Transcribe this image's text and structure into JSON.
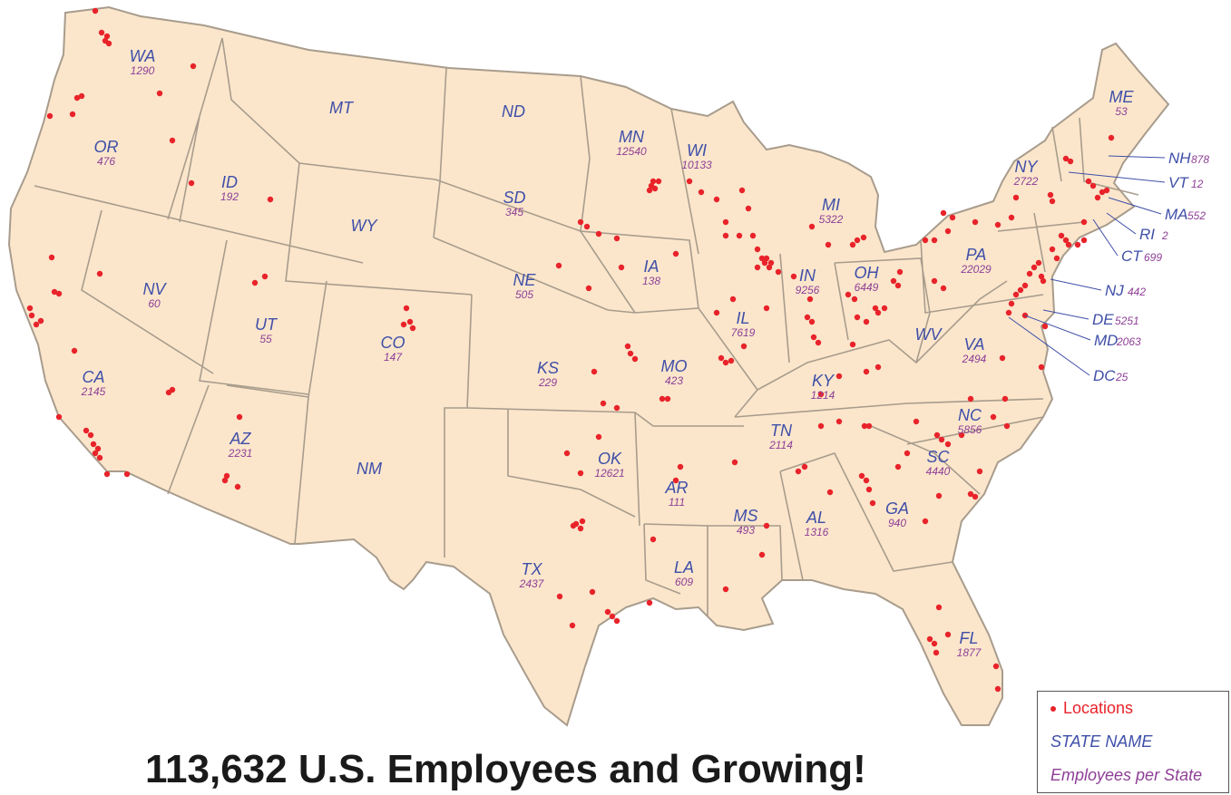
{
  "title": "113,632 U.S. Employees and Growing!",
  "legend": {
    "locations": "Locations",
    "state_name": "STATE NAME",
    "employees": "Employees per State"
  },
  "colors": {
    "land": "#fbe6cc",
    "border": "#a89c8c",
    "location_dot": "#e8232a",
    "state_name": "#3f4fa8",
    "employee_count": "#8e3f96"
  },
  "states": [
    {
      "abbr": "WA",
      "count": "1290"
    },
    {
      "abbr": "OR",
      "count": "476"
    },
    {
      "abbr": "CA",
      "count": "2145"
    },
    {
      "abbr": "ID",
      "count": "192"
    },
    {
      "abbr": "NV",
      "count": "60"
    },
    {
      "abbr": "MT",
      "count": ""
    },
    {
      "abbr": "WY",
      "count": ""
    },
    {
      "abbr": "UT",
      "count": "55"
    },
    {
      "abbr": "AZ",
      "count": "2231"
    },
    {
      "abbr": "CO",
      "count": "147"
    },
    {
      "abbr": "NM",
      "count": ""
    },
    {
      "abbr": "ND",
      "count": ""
    },
    {
      "abbr": "SD",
      "count": "345"
    },
    {
      "abbr": "NE",
      "count": "505"
    },
    {
      "abbr": "KS",
      "count": "229"
    },
    {
      "abbr": "OK",
      "count": "12621"
    },
    {
      "abbr": "TX",
      "count": "2437"
    },
    {
      "abbr": "MN",
      "count": "12540"
    },
    {
      "abbr": "IA",
      "count": "138"
    },
    {
      "abbr": "MO",
      "count": "423"
    },
    {
      "abbr": "AR",
      "count": "111"
    },
    {
      "abbr": "LA",
      "count": "609"
    },
    {
      "abbr": "WI",
      "count": "10133"
    },
    {
      "abbr": "IL",
      "count": "7619"
    },
    {
      "abbr": "MI",
      "count": "5322"
    },
    {
      "abbr": "IN",
      "count": "9256"
    },
    {
      "abbr": "OH",
      "count": "6449"
    },
    {
      "abbr": "KY",
      "count": "1214"
    },
    {
      "abbr": "TN",
      "count": "2114"
    },
    {
      "abbr": "MS",
      "count": "493"
    },
    {
      "abbr": "AL",
      "count": "1316"
    },
    {
      "abbr": "GA",
      "count": "940"
    },
    {
      "abbr": "FL",
      "count": "1877"
    },
    {
      "abbr": "SC",
      "count": "4440"
    },
    {
      "abbr": "NC",
      "count": "5856"
    },
    {
      "abbr": "VA",
      "count": "2494"
    },
    {
      "abbr": "WV",
      "count": ""
    },
    {
      "abbr": "PA",
      "count": "22029"
    },
    {
      "abbr": "NY",
      "count": "2722"
    },
    {
      "abbr": "ME",
      "count": "53"
    }
  ],
  "callouts": [
    {
      "abbr": "NH",
      "count": "878"
    },
    {
      "abbr": "VT",
      "count": "12"
    },
    {
      "abbr": "MA",
      "count": "552"
    },
    {
      "abbr": "RI",
      "count": "2"
    },
    {
      "abbr": "CT",
      "count": "699"
    },
    {
      "abbr": "NJ",
      "count": "442"
    },
    {
      "abbr": "DE",
      "count": "5251"
    },
    {
      "abbr": "MD",
      "count": "2063"
    },
    {
      "abbr": "DC",
      "count": "25"
    }
  ]
}
